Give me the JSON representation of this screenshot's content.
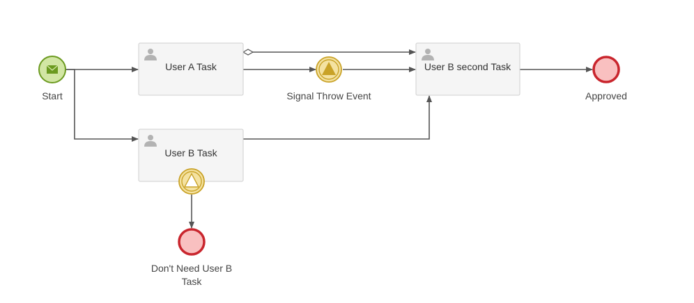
{
  "diagram": {
    "start_label": "Start",
    "user_a_task_label": "User A Task",
    "user_b_task_label": "User B Task",
    "user_b_second_task_label": "User B second Task",
    "signal_throw_label": "Signal Throw Event",
    "approved_label": "Approved",
    "dont_need_label_line1": "Don't Need User B",
    "dont_need_label_line2": "Task"
  },
  "colors": {
    "start_fill": "#d2e6a4",
    "start_stroke": "#6b9a1f",
    "end_fill": "#f9c0c0",
    "end_stroke": "#c9252d",
    "signal_fill": "#f4e2a1",
    "signal_stroke": "#c9a227",
    "signal_triangle": "#c9a227",
    "task_fill": "#f5f5f5",
    "task_stroke": "#cfcfcf",
    "flow": "#555555",
    "user_icon": "#b3b3b3"
  },
  "icons": {
    "start": "envelope-icon",
    "task": "user-icon",
    "signal": "triangle-icon"
  }
}
